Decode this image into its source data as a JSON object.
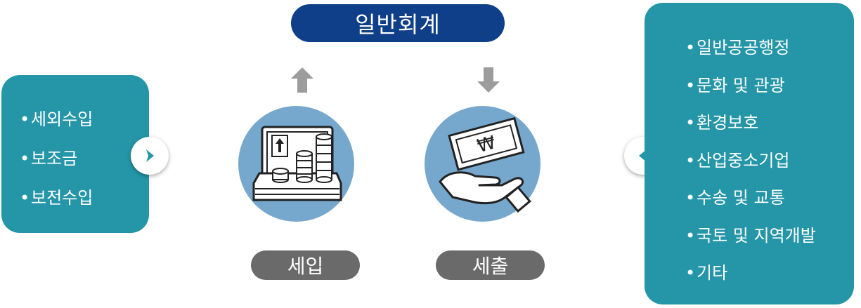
{
  "title": "일반회계",
  "left_panel": {
    "items": [
      "세외수입",
      "보조금",
      "보전수입"
    ]
  },
  "right_panel": {
    "items": [
      "일반공공행정",
      "문화 및 관광",
      "환경보호",
      "산업중소기업",
      "수송 및 교통",
      "국토 및 지역개발",
      "기타"
    ]
  },
  "bullet": "•",
  "income": {
    "label": "세입",
    "icon": "laptop-coins-icon"
  },
  "expense": {
    "label": "세출",
    "icon": "hand-banknote-icon",
    "banknote_symbol": "₩"
  },
  "colors": {
    "title_bg": "#0e3f88",
    "panel_bg": "#2496a8",
    "circle_bg": "#76a8cd",
    "label_bg": "#6a6a6a",
    "arrow": "#9c9c9c"
  }
}
